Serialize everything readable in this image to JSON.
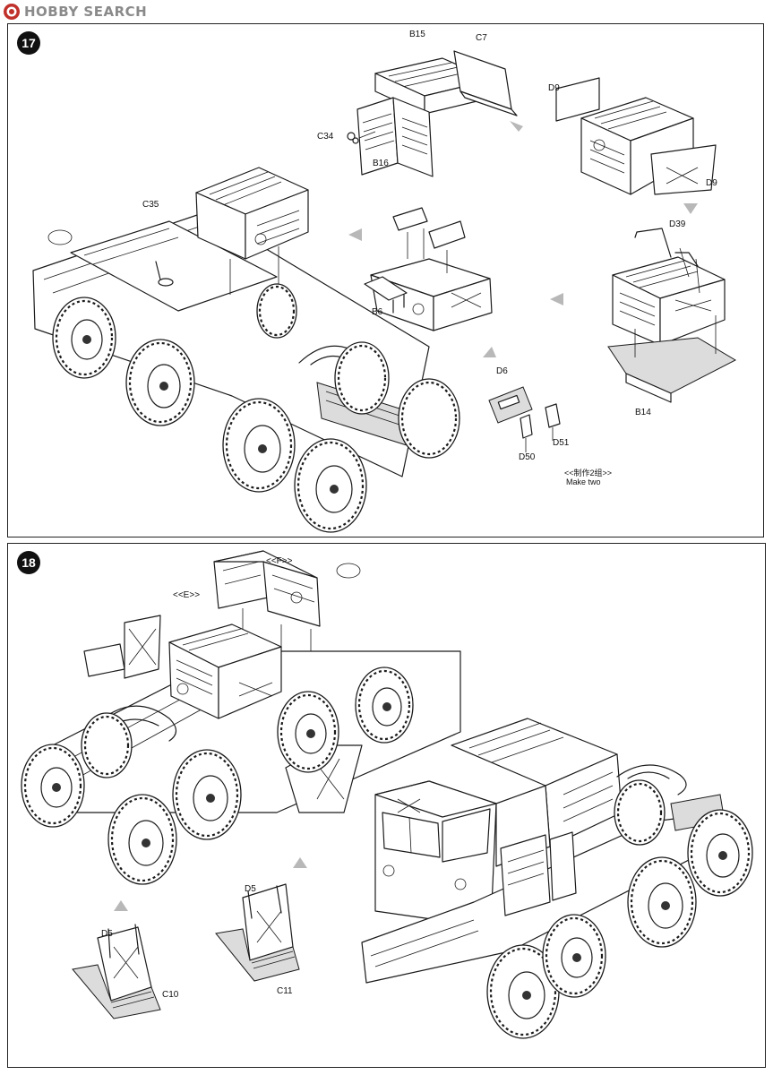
{
  "header": {
    "brand": "HOBBY SEARCH"
  },
  "panel17": {
    "step": "17",
    "parts": {
      "b15": "B15",
      "c7": "C7",
      "c34": "C34",
      "b16": "B16",
      "d9_top": "D9",
      "d9_bottom": "D9",
      "c35": "C35",
      "b6": "B6",
      "d39": "D39",
      "d6": "D6",
      "d50": "D50",
      "d51": "D51",
      "b14": "B14"
    },
    "note_cn": "<<制作2组>>",
    "note_en": "Make two"
  },
  "panel18": {
    "step": "18",
    "parts": {
      "f": "<<F>>",
      "e": "<<E>>",
      "d5_left": "D5",
      "d5_right": "D5",
      "c10": "C10",
      "c11": "C11"
    }
  }
}
